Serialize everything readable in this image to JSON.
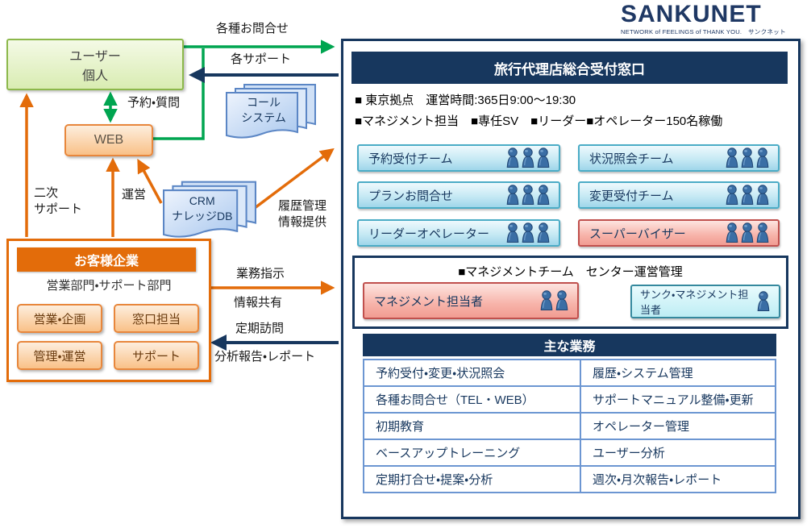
{
  "logo": {
    "name": "SANKUNET",
    "tagline": "NETWORK of FEELINGS of THANK YOU.　サンクネット"
  },
  "colors": {
    "navy": "#17375e",
    "orange": "#e36c0a",
    "green": "#00a550",
    "team_blue_border": "#4bacc6",
    "team_red_border": "#c0504d",
    "table_border": "#6c96d2"
  },
  "left": {
    "user_box": "ユーザー\n個人",
    "web_box": "WEB",
    "call_system": "コール\nシステム",
    "crm_db": "CRM\nナレッジDB",
    "customer": {
      "title": "お客様企業",
      "subtitle": "営業部門・サポート部門",
      "departments": [
        "営業・企画",
        "窓口担当",
        "管理・運営",
        "サポート"
      ]
    }
  },
  "arrow_labels": {
    "inquiries": "各種お問合せ",
    "support": "各サポート",
    "reserve": "予約・質問",
    "secondary": "二次\nサポート",
    "operation": "運営",
    "history": "履歴管理\n情報提供",
    "instruction": "業務指示",
    "sharing": "情報共有",
    "visit": "定期訪問",
    "report": "分析報告・レポート"
  },
  "panel": {
    "title": "旅行代理店総合受付窓口",
    "info_lines": [
      "■ 東京拠点　運営時間:365日9:00～19:30",
      "■マネジメント担当　■専任SV　■リーダー■オペレーター150名稼働"
    ],
    "teams": [
      {
        "label": "予約受付チーム",
        "persons": 3
      },
      {
        "label": "状況照会チーム",
        "persons": 3
      },
      {
        "label": "プランお問合せ",
        "persons": 3
      },
      {
        "label": "変更受付チーム",
        "persons": 3
      },
      {
        "label": "リーダーオペレーター",
        "persons": 3
      },
      {
        "label": "スーパーバイザー",
        "persons": 3
      }
    ],
    "management": {
      "header": "■マネジメントチーム　センター運営管理",
      "boxes": [
        {
          "label": "マネジメント担当者",
          "persons": 2
        },
        {
          "label": "サンク・マネジメント担当者",
          "persons": 1
        }
      ]
    },
    "table": {
      "title": "主な業務",
      "rows": [
        [
          "予約受付・変更・状況照会",
          "履歴・システム管理"
        ],
        [
          "各種お問合せ（TEL・WEB）",
          "サポートマニュアル整備・更新"
        ],
        [
          "初期教育",
          "オペレーター管理"
        ],
        [
          "ベースアップトレーニング",
          "ユーザー分析"
        ],
        [
          "定期打合せ・提案・分析",
          "週次・月次報告・レポート"
        ]
      ]
    }
  }
}
